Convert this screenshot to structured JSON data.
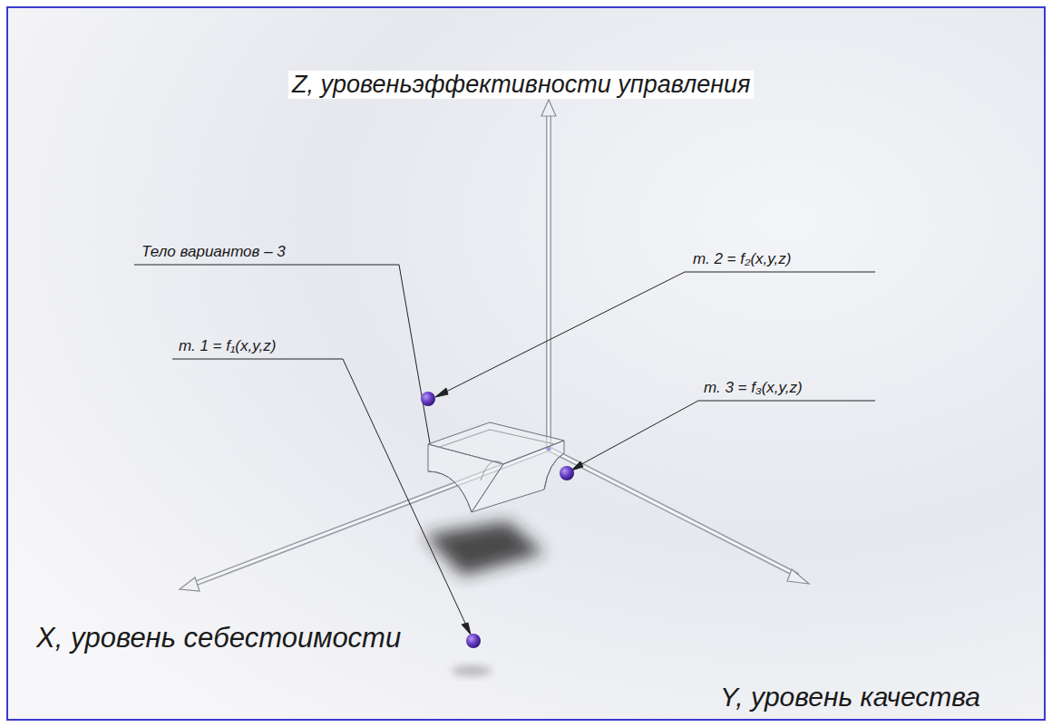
{
  "diagram": {
    "labels": [
      "Z, уровеньэффективности управления",
      "Тело вариантов – 3",
      "т. 2 = f₂(x,y,z)",
      "т. 1 = f₁(x,y,z)",
      "т. 3 = f₃(x,y,z)",
      "X, уровень себестоимости",
      "Y, уровень качества"
    ]
  }
}
